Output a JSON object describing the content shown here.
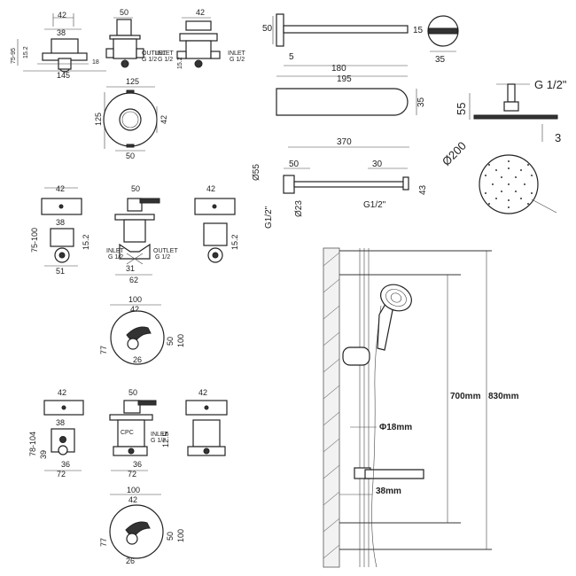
{
  "dims": {
    "v1_42": "42",
    "v1_38": "38",
    "v1_7595": "75-95",
    "v1_152": "15.2",
    "v1_18": "18",
    "v1_145": "145",
    "v2_50": "50",
    "v3_42": "42",
    "v3_152": "15.2",
    "outlet": "OUTLET",
    "g12": "G 1/2",
    "inlet": "INLET",
    "g12b": "G 1/2",
    "inlet2": "INLET",
    "g12c": "G 1/2",
    "p1_125": "125",
    "p1_125v": "125",
    "p1_42": "42",
    "p1_50": "50",
    "spout_50": "50",
    "spout_15": "15",
    "spout_5": "5",
    "spout_180": "180",
    "spout_195": "195",
    "spout_35": "35",
    "spout_35b": "35",
    "head_g12": "G 1/2\"",
    "head_55": "55",
    "head_3": "3",
    "head_200": "Ø200",
    "arm_370": "370",
    "arm_50": "50",
    "arm_30": "30",
    "arm_55": "Ø55",
    "arm_23": "Ø23",
    "arm_g12a": "G1/2\"",
    "arm_g12b": "G1/2\"",
    "arm_43": "43",
    "m2_42a": "42",
    "m2_38": "38",
    "m2_75100": "75-100",
    "m2_152": "15.2",
    "m2_51": "51",
    "m2_50": "50",
    "m2_inlet": "INLET",
    "m2_g12": "G 1/2",
    "m2_outlet": "OUTLET",
    "m2_g12b": "G 1/2",
    "m2_31": "31",
    "m2_62": "62",
    "m2_42b": "42",
    "m2_152b": "15.2",
    "p2_100": "100",
    "p2_42": "42",
    "p2_77": "77",
    "p2_50": "50",
    "p2_100v": "100",
    "p2_26": "26",
    "m3_42a": "42",
    "m3_38": "38",
    "m3_78104": "78-104",
    "m3_39": "39",
    "m3_36": "36",
    "m3_72": "72",
    "m3_50": "50",
    "m3_125": "12.5",
    "m3_inlet": "INLET",
    "m3_g12": "G 1/2",
    "m3_36b": "36",
    "m3_72b": "72",
    "m3_42b": "42",
    "p3_100": "100",
    "p3_42": "42",
    "p3_77": "77",
    "p3_50": "50",
    "p3_100v": "100",
    "p3_26": "26",
    "rail_18": "Φ18mm",
    "rail_700": "700mm",
    "rail_830": "830mm",
    "rail_38": "38mm"
  }
}
